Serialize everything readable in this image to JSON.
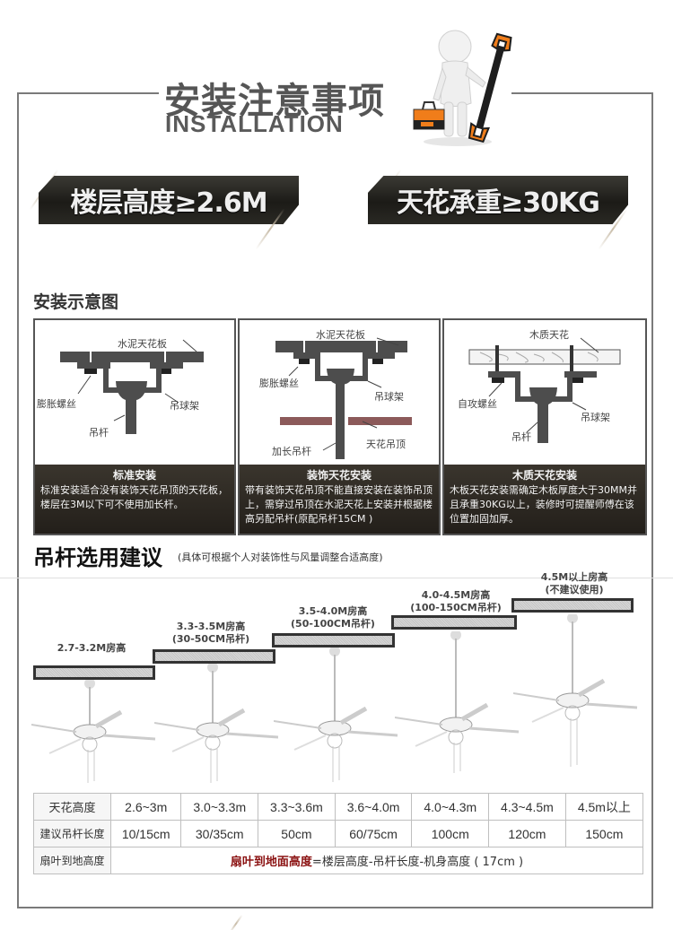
{
  "header": {
    "title_cn": "安装注意事项",
    "title_en": "INSTALLATION",
    "mascot_icon": "mascot-with-wrench-and-toolbox"
  },
  "banners": [
    {
      "text": "楼层高度≥2.6M"
    },
    {
      "text": "天花承重≥30KG"
    }
  ],
  "diagram_section": {
    "title": "安装示意图",
    "panels": [
      {
        "labels": {
          "ceiling": "水泥天花板",
          "screw": "膨胀螺丝",
          "bracket": "吊球架",
          "rod": "吊杆"
        },
        "caption_title": "标准安装",
        "caption_body": "标准安装适合没有装饰天花吊顶的天花板，楼层在3M以下可不使用加长杆。"
      },
      {
        "labels": {
          "ceiling": "水泥天花板",
          "screw": "膨胀螺丝",
          "bracket": "吊球架",
          "rod": "加长吊杆",
          "false_ceiling": "天花吊顶"
        },
        "caption_title": "装饰天花安装",
        "caption_body": "带有装饰天花吊顶不能直接安装在装饰吊顶上，需穿过吊顶在水泥天花上安装并根据楼高另配吊杆(原配吊杆15CM )"
      },
      {
        "labels": {
          "ceiling": "木质天花",
          "screw": "自攻螺丝",
          "bracket": "吊球架",
          "rod": "吊杆"
        },
        "caption_title": "木质天花安装",
        "caption_body": "木板天花安装需确定木板厚度大于30MM并且承重30KG以上，装修时可提醒师傅在该位置加固加厚。"
      }
    ]
  },
  "rod_section": {
    "title": "吊杆选用建议",
    "subtitle": "(具体可根据个人对装饰性与风量调整合适高度)",
    "steps": [
      {
        "line1": "2.7-3.2M房高",
        "line2": ""
      },
      {
        "line1": "3.3-3.5M房高",
        "line2": "(30-50CM吊杆)"
      },
      {
        "line1": "3.5-4.0M房高",
        "line2": "(50-100CM吊杆)"
      },
      {
        "line1": "4.0-4.5M房高",
        "line2": "(100-150CM吊杆)"
      },
      {
        "line1": "4.5M以上房高",
        "line2": "(不建议使用)"
      }
    ]
  },
  "table": {
    "rows": [
      {
        "head": "天花高度",
        "cells": [
          "2.6~3m",
          "3.0~3.3m",
          "3.3~3.6m",
          "3.6~4.0m",
          "4.0~4.3m",
          "4.3~4.5m",
          "4.5m以上"
        ]
      },
      {
        "head": "建议吊杆长度",
        "cells": [
          "10/15cm",
          "30/35cm",
          "50cm",
          "60/75cm",
          "100cm",
          "120cm",
          "150cm"
        ]
      }
    ],
    "formula_row": {
      "head": "扇叶到地高度",
      "highlight": "扇叶到地面高度",
      "rest": "=楼层高度-吊杆长度-机身高度 ( 17cm )"
    }
  },
  "colors": {
    "banner_bg": "#231f1a",
    "frame": "#7a7a7a",
    "accent_orange": "#f07d1a",
    "formula_red": "#8b1212"
  }
}
